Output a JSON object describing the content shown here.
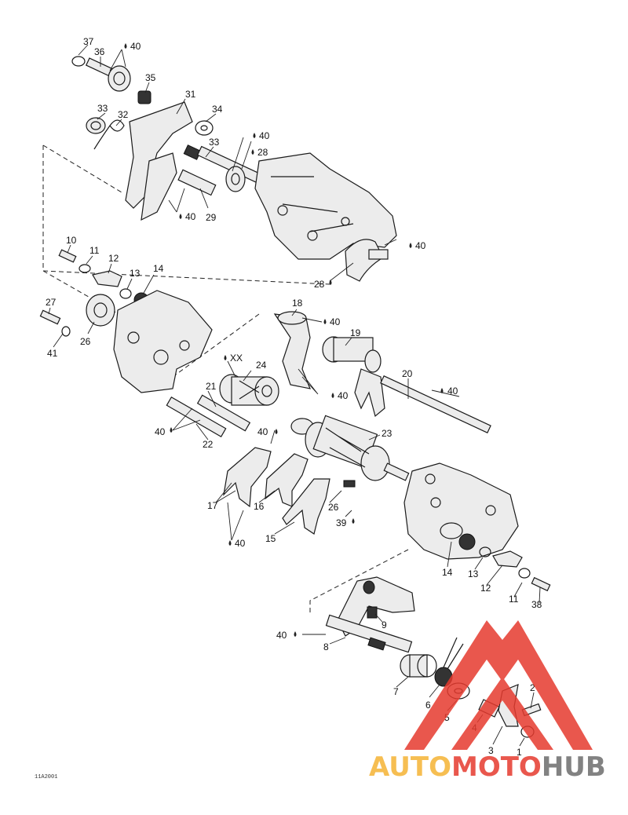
{
  "diagram_code": "11A2001",
  "labels": [
    {
      "id": "l37",
      "text": "37"
    },
    {
      "id": "l36",
      "text": "36"
    },
    {
      "id": "l40a",
      "text": "40"
    },
    {
      "id": "l35",
      "text": "35"
    },
    {
      "id": "l31",
      "text": "31"
    },
    {
      "id": "l33a",
      "text": "33"
    },
    {
      "id": "l32",
      "text": "32"
    },
    {
      "id": "l34",
      "text": "34"
    },
    {
      "id": "l40b",
      "text": "40"
    },
    {
      "id": "l33b",
      "text": "33"
    },
    {
      "id": "l28a",
      "text": "28"
    },
    {
      "id": "l40c",
      "text": "40"
    },
    {
      "id": "l29",
      "text": "29"
    },
    {
      "id": "l40d",
      "text": "40"
    },
    {
      "id": "l28b",
      "text": "28"
    },
    {
      "id": "l10",
      "text": "10"
    },
    {
      "id": "l11a",
      "text": "11"
    },
    {
      "id": "l12a",
      "text": "12"
    },
    {
      "id": "l13a",
      "text": "13"
    },
    {
      "id": "l14a",
      "text": "14"
    },
    {
      "id": "l27",
      "text": "27"
    },
    {
      "id": "l26a",
      "text": "26"
    },
    {
      "id": "l41",
      "text": "41"
    },
    {
      "id": "l18",
      "text": "18"
    },
    {
      "id": "l40e",
      "text": "40"
    },
    {
      "id": "l19",
      "text": "19"
    },
    {
      "id": "lxx",
      "text": "XX"
    },
    {
      "id": "l24",
      "text": "24"
    },
    {
      "id": "l40f",
      "text": "40"
    },
    {
      "id": "l20",
      "text": "20"
    },
    {
      "id": "l40g",
      "text": "40"
    },
    {
      "id": "l21",
      "text": "21"
    },
    {
      "id": "l40h",
      "text": "40"
    },
    {
      "id": "l22",
      "text": "22"
    },
    {
      "id": "l40i",
      "text": "40"
    },
    {
      "id": "l23",
      "text": "23"
    },
    {
      "id": "l17",
      "text": "17"
    },
    {
      "id": "l16",
      "text": "16"
    },
    {
      "id": "l26b",
      "text": "26"
    },
    {
      "id": "l39",
      "text": "39"
    },
    {
      "id": "l15",
      "text": "15"
    },
    {
      "id": "l40j",
      "text": "40"
    },
    {
      "id": "l14b",
      "text": "14"
    },
    {
      "id": "l13b",
      "text": "13"
    },
    {
      "id": "l12b",
      "text": "12"
    },
    {
      "id": "l11b",
      "text": "11"
    },
    {
      "id": "l38",
      "text": "38"
    },
    {
      "id": "l9",
      "text": "9"
    },
    {
      "id": "l40k",
      "text": "40"
    },
    {
      "id": "l8",
      "text": "8"
    },
    {
      "id": "l7",
      "text": "7"
    },
    {
      "id": "l6",
      "text": "6"
    },
    {
      "id": "l5",
      "text": "5"
    },
    {
      "id": "l4",
      "text": "4"
    },
    {
      "id": "l3",
      "text": "3"
    },
    {
      "id": "l2",
      "text": "2"
    },
    {
      "id": "l1",
      "text": "1"
    }
  ],
  "watermark": {
    "part1": "AUTO",
    "part2": "MOTO",
    "part3": "HUB",
    "color_orange": "#f5b335",
    "color_red": "#e63a2e",
    "color_gray": "#6d6d6d"
  }
}
